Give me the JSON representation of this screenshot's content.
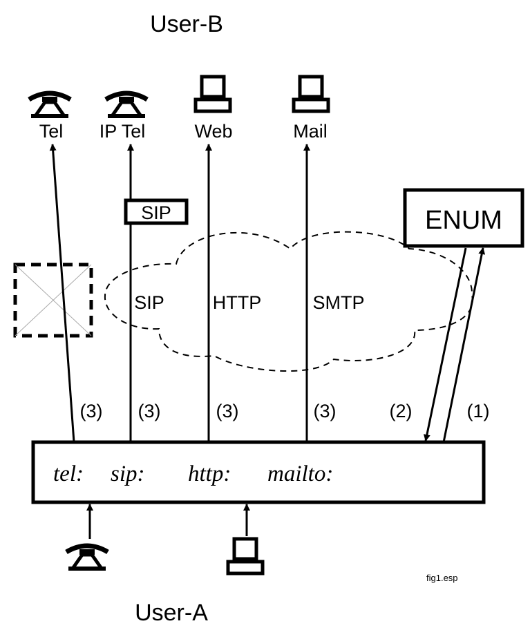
{
  "user_b": "User-B",
  "user_a": "User-A",
  "endpoints": {
    "tel": "Tel",
    "ip_tel": "IP Tel",
    "web": "Web",
    "mail": "Mail"
  },
  "sip_box": "SIP",
  "enum_box": "ENUM",
  "cloud": {
    "sip": "SIP",
    "http": "HTTP",
    "smtp": "SMTP"
  },
  "steps": {
    "tel": "(3)",
    "sip": "(3)",
    "web": "(3)",
    "mail": "(3)",
    "enum_response": "(2)",
    "enum_query": "(1)"
  },
  "schemes": {
    "tel": "tel:",
    "sip": "sip:",
    "http": "http:",
    "mailto": "mailto:"
  },
  "figure_label": "fig1.esp",
  "icons": {
    "phone": "telephone-icon",
    "computer": "computer-icon"
  }
}
